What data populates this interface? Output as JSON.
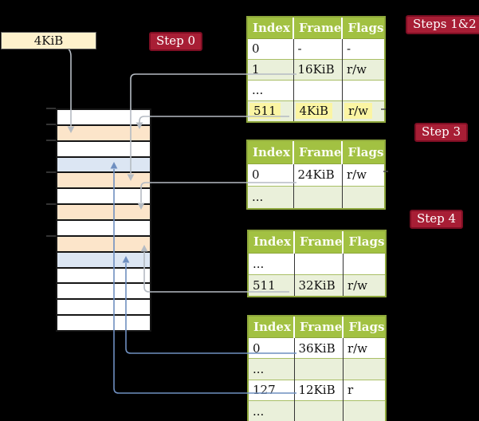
{
  "colors": {
    "background": "#000000",
    "sticker_red": "#a81e35",
    "header_green": "#a2c142",
    "shaded_row_green": "#eaf0da",
    "table_border_olive": "#8ea73c",
    "page_table_frame_peach": "#fce5ca",
    "mapped_page_blue": "#dce6f3",
    "root_label_cream": "#fdf1cc",
    "highlight_yellow": "#fbf5a3",
    "wire_gray": "#b5bbc3",
    "wire_blue": "#6f8fc0"
  },
  "root_pointer": {
    "label": "4KiB"
  },
  "stickers": [
    {
      "id": "step0",
      "label": "Step 0"
    },
    {
      "id": "steps12",
      "label": "Steps 1&2"
    },
    {
      "id": "step3",
      "label": "Step 3"
    },
    {
      "id": "step4",
      "label": "Step 4"
    }
  ],
  "memory_rows": [
    "free",
    "page-table",
    "free",
    "mapped-page",
    "page-table",
    "free",
    "page-table",
    "free",
    "page-table",
    "mapped-page",
    "free",
    "free",
    "free",
    "free"
  ],
  "tables": [
    {
      "name": "page-table-steps-1-2",
      "columns": [
        "Index",
        "Frame",
        "Flags"
      ],
      "rows": [
        {
          "cells": [
            "0",
            "-",
            "-"
          ],
          "shaded": false,
          "highlight": false
        },
        {
          "cells": [
            "1",
            "16KiB",
            "r/w"
          ],
          "shaded": true,
          "highlight": false
        },
        {
          "cells": [
            "...",
            "",
            ""
          ],
          "shaded": false,
          "highlight": false
        },
        {
          "cells": [
            "511",
            "4KiB",
            "r/w"
          ],
          "shaded": true,
          "highlight": true
        }
      ]
    },
    {
      "name": "page-table-step-3",
      "columns": [
        "Index",
        "Frame",
        "Flags"
      ],
      "rows": [
        {
          "cells": [
            "0",
            "24KiB",
            "r/w"
          ],
          "shaded": false,
          "highlight": false
        },
        {
          "cells": [
            "...",
            "",
            ""
          ],
          "shaded": true,
          "highlight": false
        }
      ]
    },
    {
      "name": "page-table-step-4",
      "columns": [
        "Index",
        "Frame",
        "Flags"
      ],
      "rows": [
        {
          "cells": [
            "...",
            "",
            ""
          ],
          "shaded": false,
          "highlight": false
        },
        {
          "cells": [
            "511",
            "32KiB",
            "r/w"
          ],
          "shaded": true,
          "highlight": false
        }
      ]
    },
    {
      "name": "page-table-final",
      "columns": [
        "Index",
        "Frame",
        "Flags"
      ],
      "rows": [
        {
          "cells": [
            "0",
            "36KiB",
            "r/w"
          ],
          "shaded": false,
          "highlight": false
        },
        {
          "cells": [
            "...",
            "",
            ""
          ],
          "shaded": true,
          "highlight": false
        },
        {
          "cells": [
            "127",
            "12KiB",
            "r"
          ],
          "shaded": false,
          "highlight": false
        },
        {
          "cells": [
            "...",
            "",
            ""
          ],
          "shaded": true,
          "highlight": false
        }
      ]
    }
  ]
}
